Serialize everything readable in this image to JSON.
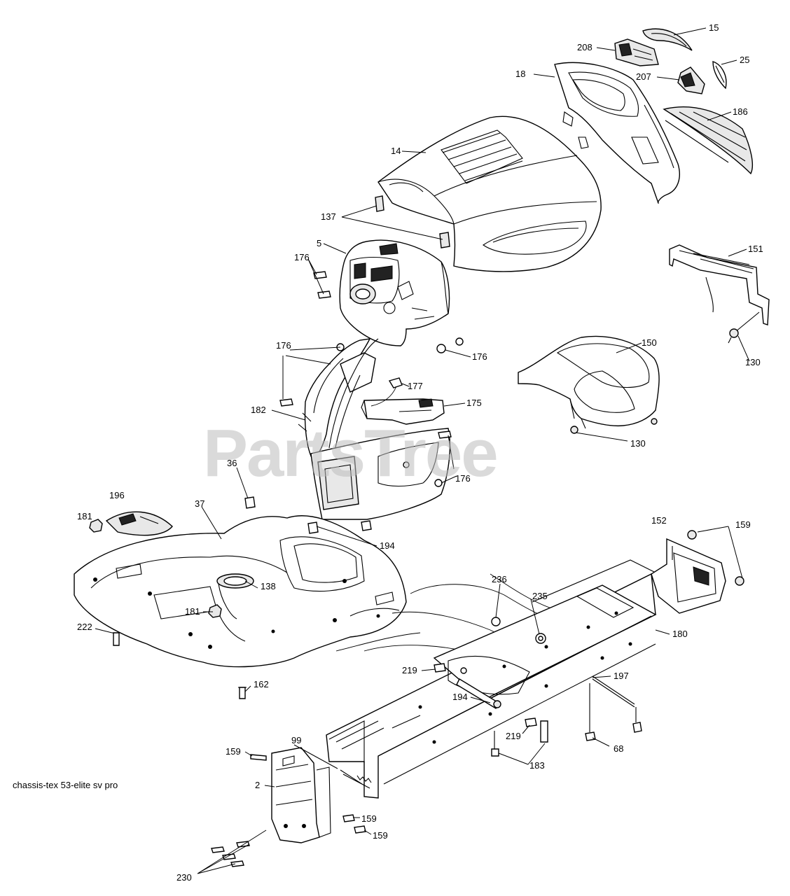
{
  "watermark": "PartsTree",
  "caption": "chassis-tex  53-elite sv pro",
  "callouts": [
    {
      "id": "c15",
      "label": "15"
    },
    {
      "id": "c208",
      "label": "208"
    },
    {
      "id": "c25",
      "label": "25"
    },
    {
      "id": "c18",
      "label": "18"
    },
    {
      "id": "c207",
      "label": "207"
    },
    {
      "id": "c186",
      "label": "186"
    },
    {
      "id": "c14",
      "label": "14"
    },
    {
      "id": "c137",
      "label": "137"
    },
    {
      "id": "c5",
      "label": "5"
    },
    {
      "id": "c176a",
      "label": "176"
    },
    {
      "id": "c151",
      "label": "151"
    },
    {
      "id": "c130a",
      "label": "130"
    },
    {
      "id": "c176b",
      "label": "176"
    },
    {
      "id": "c176c",
      "label": "176"
    },
    {
      "id": "c150",
      "label": "150"
    },
    {
      "id": "c177",
      "label": "177"
    },
    {
      "id": "c175",
      "label": "175"
    },
    {
      "id": "c182",
      "label": "182"
    },
    {
      "id": "c130b",
      "label": "130"
    },
    {
      "id": "c36",
      "label": "36"
    },
    {
      "id": "c176d",
      "label": "176"
    },
    {
      "id": "c196",
      "label": "196"
    },
    {
      "id": "c37",
      "label": "37"
    },
    {
      "id": "c181a",
      "label": "181"
    },
    {
      "id": "c194a",
      "label": "194"
    },
    {
      "id": "c152",
      "label": "152"
    },
    {
      "id": "c159a",
      "label": "159"
    },
    {
      "id": "c138",
      "label": "138"
    },
    {
      "id": "c236",
      "label": "236"
    },
    {
      "id": "c235",
      "label": "235"
    },
    {
      "id": "c181b",
      "label": "181"
    },
    {
      "id": "c222",
      "label": "222"
    },
    {
      "id": "c180",
      "label": "180"
    },
    {
      "id": "c219a",
      "label": "219"
    },
    {
      "id": "c197",
      "label": "197"
    },
    {
      "id": "c162",
      "label": "162"
    },
    {
      "id": "c194b",
      "label": "194"
    },
    {
      "id": "c219b",
      "label": "219"
    },
    {
      "id": "c68",
      "label": "68"
    },
    {
      "id": "c99",
      "label": "99"
    },
    {
      "id": "c159b",
      "label": "159"
    },
    {
      "id": "c183",
      "label": "183"
    },
    {
      "id": "c2",
      "label": "2"
    },
    {
      "id": "c159c",
      "label": "159"
    },
    {
      "id": "c159d",
      "label": "159"
    },
    {
      "id": "c230",
      "label": "230"
    }
  ]
}
